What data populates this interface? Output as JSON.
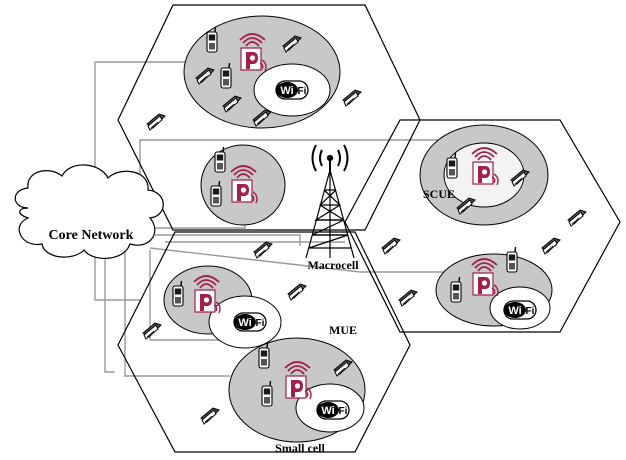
{
  "labels": {
    "core_network": "Core Network",
    "macrocell": "Macrocell",
    "scue": "SCUE",
    "mue": "MUE",
    "small_cell": "Small cell"
  },
  "wifi": {
    "wi": "Wi",
    "fi": "Fi"
  },
  "colors": {
    "small_cell_fill": "#c8c8c8",
    "access_point": "#a0214a",
    "backhaul_line": "#9a9a9a",
    "outline": "#000000"
  },
  "icons": {
    "core_network": "cloud-icon",
    "macrocell": "cell-tower-icon",
    "access_point": "femtocell-access-point-icon",
    "wifi": "wifi-badge-icon",
    "user_equipment": "mobile-phone-icon"
  }
}
